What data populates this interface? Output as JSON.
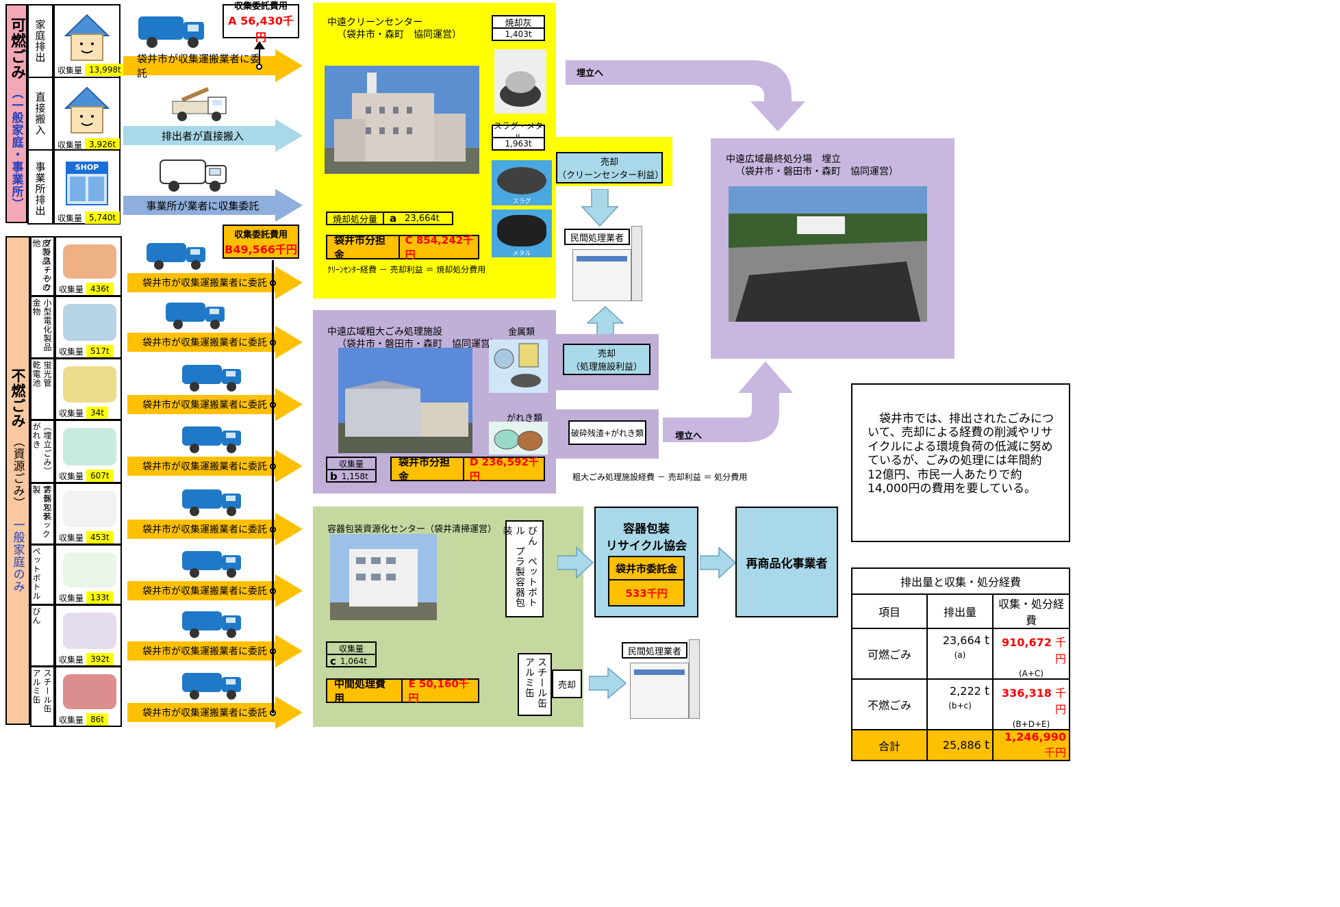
{
  "combustible": {
    "side_title": "可燃ごみ",
    "side_sub": "（一般家庭・事業所）",
    "rows": [
      {
        "label": "家庭排出",
        "qty_label": "収集量",
        "qty": "13,998t",
        "flow": "袋井市が収集運搬業者に委託"
      },
      {
        "label": "直接搬入",
        "qty_label": "収集量",
        "qty": "3,926t",
        "flow": "排出者が直接搬入"
      },
      {
        "label": "事業所排出",
        "qty_label": "収集量",
        "qty": "5,740t",
        "flow": "事業所が業者に収集委託"
      }
    ],
    "fee_title": "収集委託費用",
    "fee_value": "A 56,430千円",
    "shop_sign": "SHOP"
  },
  "noncombustible": {
    "side_title": "不燃ごみ",
    "side_sub1": "（資源ごみ）",
    "side_sub2": "一般家庭のみ",
    "fee_title": "収集委託費用",
    "fee_value": "B49,566千円",
    "flow_label": "袋井市が収集運搬業者に委託",
    "rows": [
      {
        "label": "皮製品・その他",
        "label2": "プラスチック",
        "qty": "436t"
      },
      {
        "label": "金物",
        "label2": "小型電化製品",
        "qty": "517t"
      },
      {
        "label": "乾電池",
        "label2": "蛍光管",
        "qty": "34t"
      },
      {
        "label": "がれき",
        "label2": "（埋立ごみ）",
        "qty": "607t"
      },
      {
        "label": "プラスチック製",
        "label2": "容器包装",
        "qty": "453t"
      },
      {
        "label": "ペットボトル",
        "label2": "",
        "qty": "133t"
      },
      {
        "label": "びん",
        "label2": "",
        "qty": "392t"
      },
      {
        "label": "アルミ缶",
        "label2": "スチール缶",
        "qty": "86t"
      }
    ],
    "qty_label": "収集量"
  },
  "clean_center": {
    "title": "中遠クリーンセンター",
    "subtitle": "（袋井市・森町　協同運営）",
    "ash_title": "焼却灰",
    "ash_value": "1,403t",
    "slag_title": "スラグ・メタル",
    "slag_value": "1,963t",
    "slag_caption": "スラグ",
    "metal_caption": "メタル",
    "burn_label": "焼却処分量",
    "burn_mark": "a",
    "burn_value": "23,664t",
    "share_label": "袋井市分担金",
    "share_value": "C  854,242千円",
    "formula": "ｸﾘｰﾝｾﾝﾀｰ経費 － 売却利益 ＝ 焼却処分費用",
    "sale_line1": "売却",
    "sale_line2": "（クリーンセンター利益）"
  },
  "bulky": {
    "title": "中遠広域粗大ごみ処理施設",
    "subtitle": "（袋井市・磐田市・森町　協同運営）",
    "metal_label": "金属類",
    "rubble_label": "がれき類",
    "qty_label": "収集量",
    "qty_mark": "b",
    "qty_value": "1,158t",
    "share_label": "袋井市分担金",
    "share_value": "D  236,592千円",
    "residue_label": "破砕残渣+がれき類",
    "landfill": "埋立へ",
    "formula": "粗大ごみ処理施設経費 － 売却利益 ＝ 処分費用",
    "sale_line1": "売却",
    "sale_line2": "（処理施設利益）"
  },
  "private1": "民間処理業者",
  "landfill_top": "埋立へ",
  "final_site": {
    "title": "中遠広域最終処分場　埋立",
    "subtitle": "（袋井市・磐田市・森町　協同運営）"
  },
  "container": {
    "title": "容器包装資源化センター（袋井清掃運営）",
    "items": "びん　ペットボトル　プラ製容器包装",
    "cans": "スチール缶　アルミ缶",
    "sale": "売却",
    "qty_label": "収集量",
    "qty_mark": "c",
    "qty_value": "1,064t",
    "cost_label": "中間処理費用",
    "cost_value": "E   50,160千円",
    "private2": "民間処理業者"
  },
  "association": {
    "title_line1": "容器包装",
    "title_line2": "リサイクル協会",
    "fee_label": "袋井市委託金",
    "fee_value": "533千円"
  },
  "recycler": "再商品化事業者",
  "note": "　袋井市では、排出されたごみについて、売却による経費の削減やリサイクルによる環境負荷の低減に努めているが、ごみの処理には年間約12億円、市民一人あたりで約14,000円の費用を要している。",
  "cost_table": {
    "title": "排出量と収集・処分経費",
    "headers": [
      "項目",
      "排出量",
      "収集・処分経費"
    ],
    "rows": [
      {
        "item": "可燃ごみ",
        "amount": "23,664",
        "unit_t": "t",
        "sub": "(a)",
        "cost": "910,672",
        "unit_y": "千円",
        "cost_sub": "(A+C)"
      },
      {
        "item": "不燃ごみ",
        "amount": "2,222",
        "unit_t": "t",
        "sub": "(b+c)",
        "cost": "336,318",
        "unit_y": "千円",
        "cost_sub": "(B+D+E)"
      }
    ],
    "total": {
      "item": "合計",
      "amount": "25,886",
      "unit_t": "t",
      "cost": "1,246,990",
      "unit_y": "千円"
    }
  }
}
